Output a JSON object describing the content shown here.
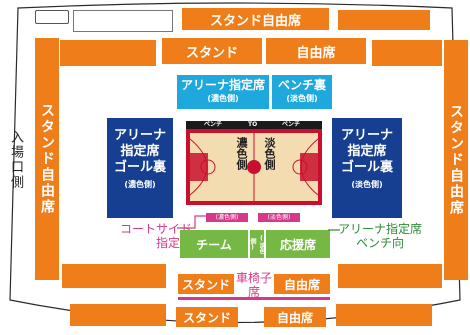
{
  "entrance": "入場口側",
  "stand_free_top": "スタンド自由席",
  "stand_row2_left": "スタンド",
  "stand_row2_right": "自由席",
  "stand_left": "スタンド自由席",
  "stand_right": "スタンド自由席",
  "arena_bench": {
    "left_title": "アリーナ指定席",
    "left_sub": "(濃色側)",
    "right_title": "ベンチ裏",
    "right_sub": "(淡色側)"
  },
  "arena_goal_left": {
    "line1": "アリーナ",
    "line2": "指定席",
    "line3": "ゴール裏",
    "sub": "(濃色側)"
  },
  "arena_goal_right": {
    "line1": "アリーナ",
    "line2": "指定席",
    "line3": "ゴール裏",
    "sub": "(淡色側)"
  },
  "court": {
    "bench_left": "ベンチ",
    "bench_mid": "TO",
    "bench_right": "ベンチ",
    "dark_side": "濃色側",
    "light_side": "淡色側",
    "tag_dark": "(濃色側)",
    "tag_light": "(淡色側)"
  },
  "courtside": {
    "line1": "コートサイド",
    "line2": "指定席"
  },
  "bench_facing": {
    "line1": "アリーナ指定席",
    "line2": "ベンチ向"
  },
  "team": "チーム",
  "mid_small": "(淡色側)",
  "cheer": "応援席",
  "stand_bottom1_left": "スタンド",
  "stand_bottom1_right": "自由席",
  "wheelchair": {
    "line1": "車椅子",
    "line2": "席"
  },
  "stand_bottom2_left": "スタンド",
  "stand_bottom2_right": "自由席",
  "colors": {
    "orange": "#ef7d1a",
    "cyan": "#1ea8dc",
    "navy": "#163f92",
    "green": "#75b843",
    "pink": "#d4398a",
    "court_red": "#c8102e",
    "court_wood": "#f3dcb0"
  }
}
